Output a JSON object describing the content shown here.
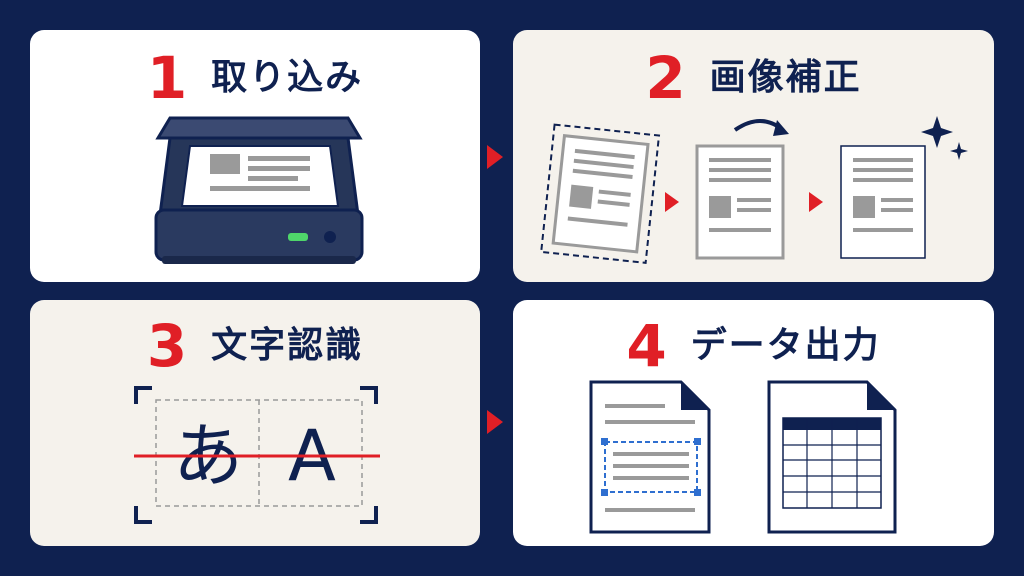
{
  "steps": [
    {
      "number": "1",
      "label": "取り込み"
    },
    {
      "number": "2",
      "label": "画像補正"
    },
    {
      "number": "3",
      "label": "文字認識"
    },
    {
      "number": "4",
      "label": "データ出力"
    }
  ],
  "ocr_sample": {
    "hiragana": "あ",
    "latin": "A"
  },
  "colors": {
    "background": "#0f2150",
    "accent": "#e01f26",
    "panel_white": "#ffffff",
    "panel_cream": "#f5f2ec",
    "selection_blue": "#2f6fd0",
    "indicator_green": "#4fd66a"
  }
}
